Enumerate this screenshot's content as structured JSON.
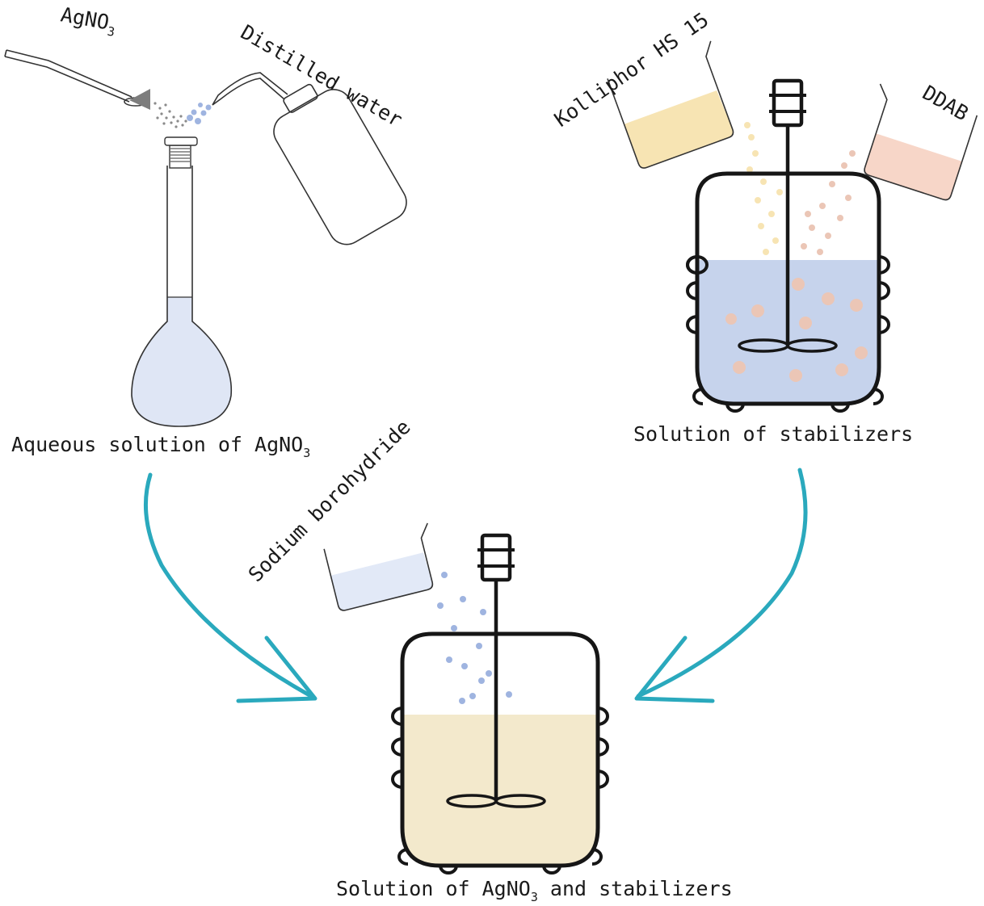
{
  "labels": {
    "agno3": "AgNO",
    "agno3_sub": "3",
    "distilled_water": "Distilled water",
    "aqueous_solution": "Aqueous solution of AgNO",
    "aqueous_solution_sub": "3",
    "kolliphor": "Kolliphor HS 15",
    "ddab": "DDAB",
    "solution_of_stabilizers": "Solution of stabilizers",
    "sodium_borohydride": "Sodium borohydride",
    "final_solution_prefix": "Solution of AgNO",
    "final_solution_sub": "3",
    "final_solution_suffix": " and stabilizers"
  },
  "colors": {
    "flask_liquid": "#dfe6f5",
    "stabilizer_liquid": "#c6d3ec",
    "kolliphor_liquid": "#f7e4b3",
    "ddab_liquid": "#f7d6c8",
    "borohydride_liquid": "#e2e9f7",
    "final_liquid": "#f3e9cc",
    "stabilizer_particles": "#ebc6b6",
    "blue_drops": "#9fb4e0",
    "arrow": "#2aa9bd",
    "outline": "#161616"
  }
}
